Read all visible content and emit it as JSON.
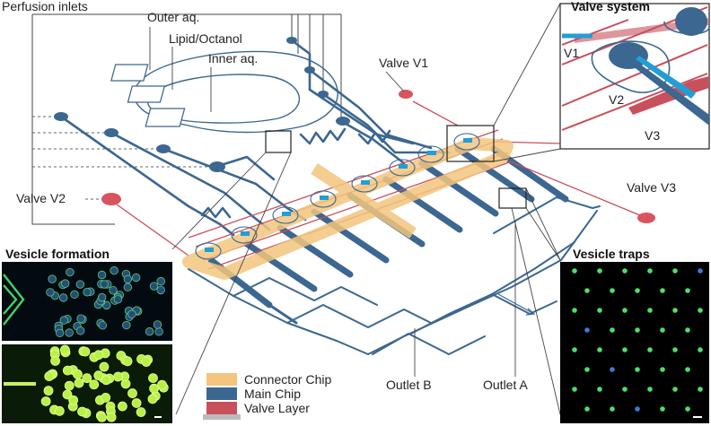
{
  "labels": {
    "perfusion_inlets": "Perfusion inlets",
    "outer_aq": "Outer aq.",
    "lipid_octanol": "Lipid/Octanol",
    "inner_aq": "Inner aq.",
    "valve_v1": "Valve V1",
    "valve_v2": "Valve V2",
    "valve_v3": "Valve V3",
    "valve_system": "Valve system",
    "v1": "V1",
    "v2": "V2",
    "v3": "V3",
    "vesicle_formation": "Vesicle formation",
    "vesicle_traps": "Vesicle traps",
    "outlet_a": "Outlet A",
    "outlet_b": "Outlet B"
  },
  "legend": [
    {
      "label": "Connector Chip",
      "color": "#f3c57e"
    },
    {
      "label": "Main Chip",
      "color": "#3b6790"
    },
    {
      "label": "Valve Layer",
      "color": "#c8505c"
    }
  ],
  "colors": {
    "main_chip": "#3b6790",
    "connector_chip": "#f3c57e",
    "valve_layer": "#c8505c",
    "valve_dot": "#d9535e",
    "highlight": "#1f9fd6"
  }
}
